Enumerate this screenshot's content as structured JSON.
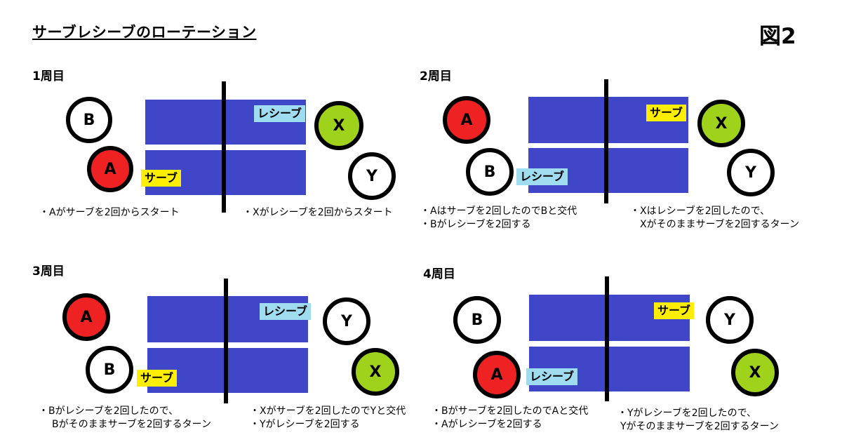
{
  "title": "サーブレシーブのローテーション",
  "figure_label": "図2",
  "colors": {
    "court": "#3f46c8",
    "player_red": "#ee2222",
    "player_green": "#9fd21a",
    "player_white": "#ffffff",
    "serve_tag": "#ffee00",
    "receive_tag": "#9fdcef"
  },
  "rounds": [
    {
      "label": "1周目",
      "players": {
        "left_top": "B",
        "left_bottom": "A",
        "right_top": "X",
        "right_bottom": "Y"
      },
      "left_tag": "サーブ",
      "right_tag": "レシーブ",
      "left_notes": [
        "・Aがサーブを2回からスタート"
      ],
      "right_notes": [
        "・Xがレシーブを2回からスタート"
      ]
    },
    {
      "label": "2周目",
      "players": {
        "left_top": "A",
        "left_bottom": "B",
        "right_top": "X",
        "right_bottom": "Y"
      },
      "left_tag": "レシーブ",
      "right_tag": "サーブ",
      "left_notes": [
        "・Aはサーブを2回したのでBと交代",
        "・Bがレシーブを2回する"
      ],
      "right_notes": [
        "・Xはレシーブを2回したので、",
        "Xがそのままサーブを2回するターン"
      ]
    },
    {
      "label": "3周目",
      "players": {
        "left_top": "A",
        "left_bottom": "B",
        "right_top": "Y",
        "right_bottom": "X"
      },
      "left_tag": "サーブ",
      "right_tag": "レシーブ",
      "left_notes": [
        "・Bがレシーブを2回したので、",
        "Bがそのままサーブを2回するターン"
      ],
      "right_notes": [
        "・Xがサーブを2回したのでYと交代",
        "・Yがレシーブを2回する"
      ]
    },
    {
      "label": "4周目",
      "players": {
        "left_top": "B",
        "left_bottom": "A",
        "right_top": "Y",
        "right_bottom": "X"
      },
      "left_tag": "レシーブ",
      "right_tag": "サーブ",
      "left_notes": [
        "・Bがサーブを2回したのでAと交代",
        "・Aがレシーブを2回する"
      ],
      "right_notes": [
        "・Yがレシーブを2回したので、",
        "Yがそのままサーブを2回するターン"
      ]
    }
  ]
}
